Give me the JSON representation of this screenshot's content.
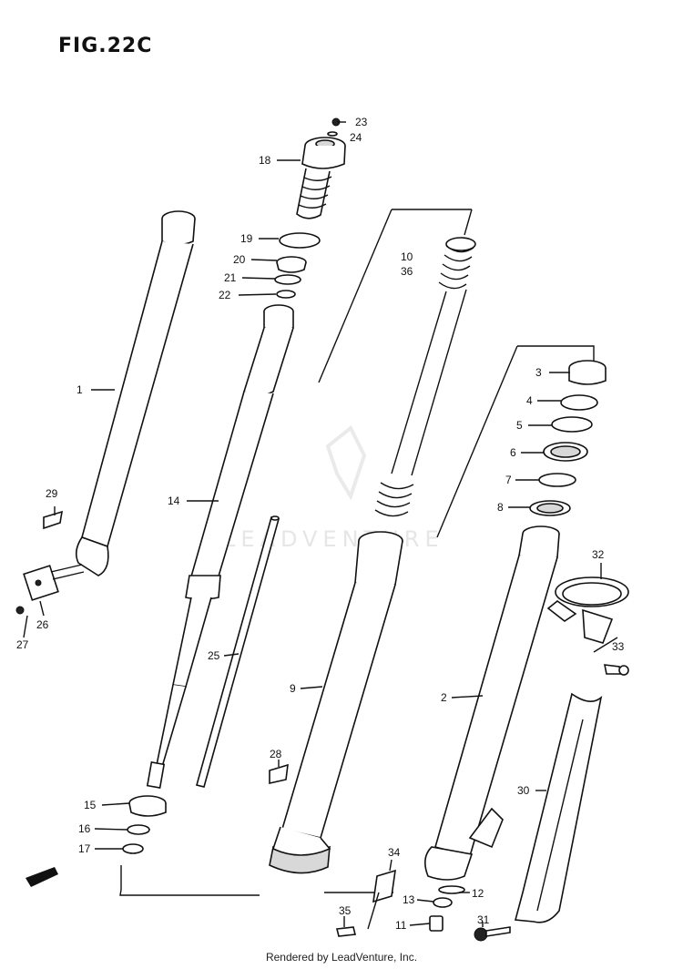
{
  "figure": {
    "title": "FIG.22C"
  },
  "watermark": {
    "text": "LEADVENTURE"
  },
  "footer": {
    "text": "Rendered by LeadVenture, Inc."
  },
  "callouts": {
    "c1": "1",
    "c2": "2",
    "c3": "3",
    "c4": "4",
    "c5": "5",
    "c6": "6",
    "c7": "7",
    "c8": "8",
    "c9": "9",
    "c10": "10",
    "c36": "36",
    "c11": "11",
    "c12": "12",
    "c13": "13",
    "c14": "14",
    "c15": "15",
    "c16": "16",
    "c17": "17",
    "c18": "18",
    "c19": "19",
    "c20": "20",
    "c21": "21",
    "c22": "22",
    "c23": "23",
    "c24": "24",
    "c25": "25",
    "c26": "26",
    "c27": "27",
    "c28": "28",
    "c29": "29",
    "c30": "30",
    "c31": "31",
    "c32": "32",
    "c33": "33",
    "c34": "34",
    "c35": "35"
  }
}
